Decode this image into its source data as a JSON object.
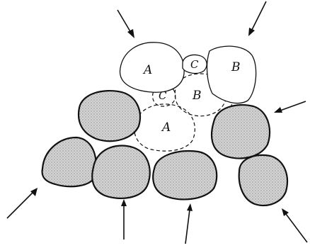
{
  "labels": {
    "a_top": "A",
    "b_top": "B",
    "c_top": "C",
    "a_lower": "A",
    "b_lower": "B",
    "c_lower": "C"
  }
}
